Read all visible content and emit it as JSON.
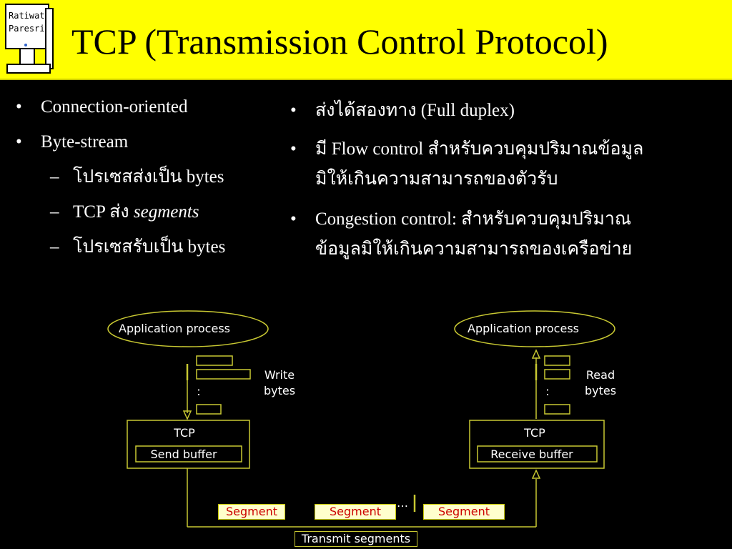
{
  "header": {
    "logo_text": [
      "Ratiwat",
      "Paresri"
    ],
    "title": "TCP (Transmission Control Protocol)"
  },
  "left_list": {
    "items": [
      "Connection-oriented",
      "Byte-stream"
    ],
    "sub_items": [
      {
        "text": "โปรเซสส่งเป็น bytes"
      },
      {
        "text": "TCP ส่ง ",
        "em": "segments"
      },
      {
        "text": "โปรเซสรับเป็น bytes"
      }
    ]
  },
  "right_list": {
    "items": [
      {
        "lines": [
          "ส่งได้สองทาง (Full duplex)"
        ]
      },
      {
        "lines": [
          "มี Flow control สำหรับควบคุมปริมาณข้อมูล",
          "มิให้เกินความสามารถของตัวรับ"
        ]
      },
      {
        "lines": [
          "Congestion control: สำหรับควบคุมปริมาณ",
          "ข้อมูลมิให้เกินความสามารถของเครือข่าย"
        ]
      }
    ]
  },
  "diagram": {
    "sender": {
      "app": "Application process",
      "note": [
        "Write",
        "bytes"
      ],
      "tcp": "TCP",
      "buffer": "Send buffer",
      "dots": ":"
    },
    "receiver": {
      "app": "Application process",
      "note": [
        "Read",
        "bytes"
      ],
      "tcp": "TCP",
      "buffer": "Receive buffer",
      "dots": ":"
    },
    "segments": [
      "Segment",
      "Segment",
      "Segment"
    ],
    "ellipsis": "…",
    "transmit": "Transmit segments"
  },
  "colors": {
    "header_bg": "#ffff00",
    "background": "#000000",
    "diagram_line": "#c8c832",
    "segment_text": "#cc0000",
    "segment_bg": "#ffffcc"
  }
}
